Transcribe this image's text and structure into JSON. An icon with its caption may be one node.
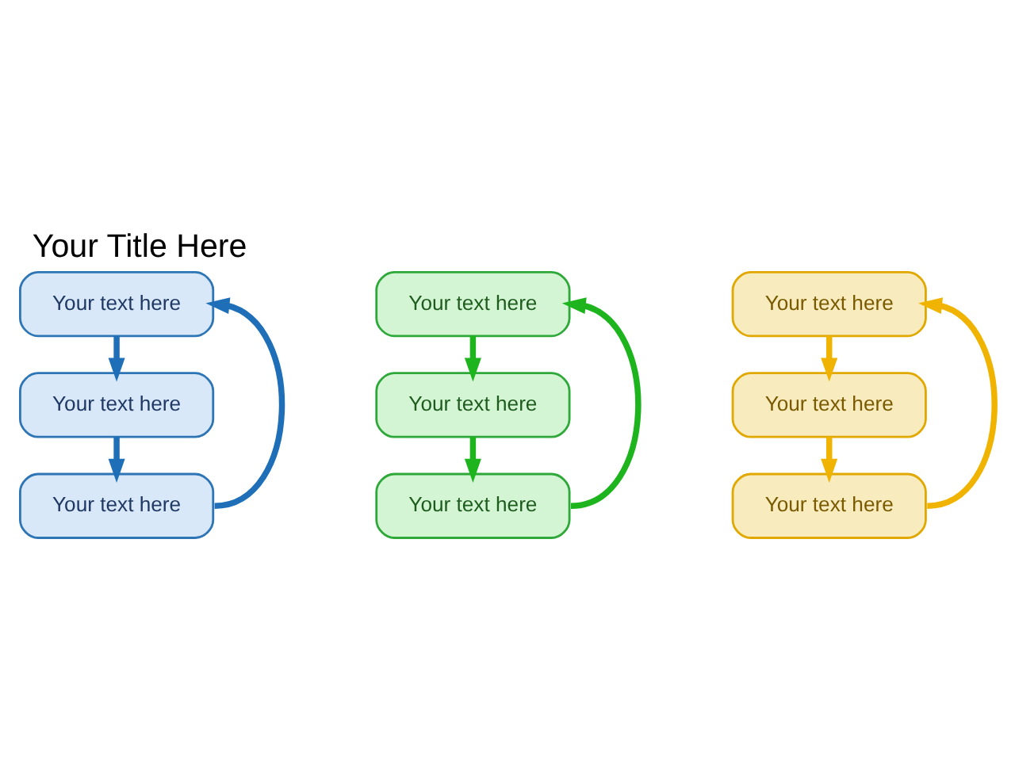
{
  "diagram": {
    "title": "Your Title Here",
    "nodes": [
      {
        "text": [
          "Your text here"
        ]
      },
      {
        "text": [
          "Your text here"
        ]
      },
      {
        "text": [
          "Your text here"
        ]
      },
      {
        "text": [
          "Your text here"
        ]
      },
      {
        "text": [
          "Your text here"
        ]
      },
      {
        "text": [
          "Your text here"
        ]
      },
      {
        "text": [
          "Your text here"
        ]
      },
      {
        "text": [
          "Your text here"
        ]
      },
      {
        "text": [
          "Your text here"
        ]
      }
    ],
    "edges": [
      {
        "from": 0,
        "to": 1,
        "arrow": "to",
        "color": "#1e6fb8"
      },
      {
        "from": 1,
        "to": 2,
        "arrow": "to",
        "color": "#1e6fb8"
      },
      {
        "from": 2,
        "to": 0,
        "arrow": "to",
        "color": "#1e6fb8"
      },
      {
        "from": 3,
        "to": 4,
        "arrow": "to",
        "color": "#1eb41e"
      },
      {
        "from": 4,
        "to": 5,
        "arrow": "to",
        "color": "#1eb41e"
      },
      {
        "from": 5,
        "to": 3,
        "arrow": "to",
        "color": "#1eb41e"
      },
      {
        "from": 6,
        "to": 7,
        "arrow": "to",
        "color": "#f0b400"
      },
      {
        "from": 7,
        "to": 8,
        "arrow": "to",
        "color": "#f0b400"
      },
      {
        "from": 8,
        "to": 6,
        "arrow": "to",
        "color": "#f0b400"
      }
    ]
  }
}
